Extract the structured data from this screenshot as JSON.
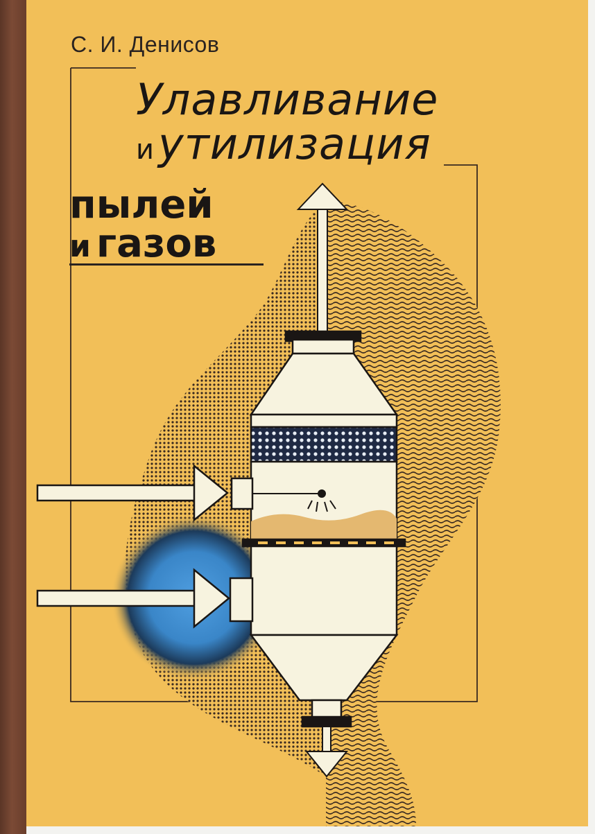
{
  "author": "С. И. Денисов",
  "title": {
    "line1": "Улавливание",
    "line2_prefix": "и",
    "line2": "утилизация",
    "line3": "пылей",
    "line4_prefix": "и",
    "line4": "газов"
  },
  "colors": {
    "cover_background": "#f2bf58",
    "spine": "#6a3e2c",
    "ink": "#1a1614",
    "accent_blue": "#3a86c8",
    "vessel": "#f7f3df"
  },
  "icons": {
    "top_arrow": "arrow-up-icon",
    "bottom_arrow": "arrow-down-icon",
    "inlet_arrows": "arrow-right-icon",
    "apparatus": "scrubber-column-illustration",
    "nozzle": "spray-nozzle-icon"
  }
}
